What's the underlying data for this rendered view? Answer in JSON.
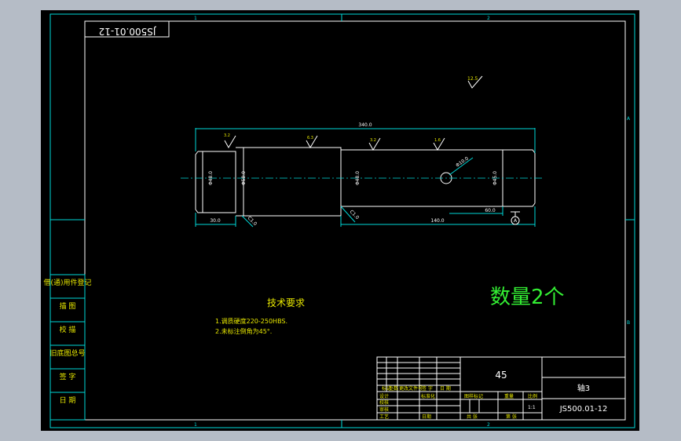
{
  "drawing_number_stamp": "JS500.01-12",
  "zone_labels": {
    "top_1": "1",
    "top_2": "2",
    "bottom_1": "1",
    "bottom_2": "2",
    "right_a": "A",
    "right_b": "B"
  },
  "overall_roughness": "12.5",
  "dimensions": {
    "overall_length": "340.0",
    "left_step_length": "30.0",
    "right_section_length": "140.0",
    "right_end_length": "60.0",
    "left_chamfer": "C1.0",
    "mid_chamfer": "C1.0",
    "hole_dia": "Φ10.0",
    "dia_left_end": "Φ48.0",
    "dia_left_body": "Φ50.0",
    "dia_right_body": "Φ48.0",
    "dia_right_end": "Φ45.0",
    "datum": "A"
  },
  "roughness_marks": [
    "3.2",
    "6.3",
    "3.2",
    "1.6"
  ],
  "side_labels": [
    "借(通)用件登记",
    "描 图",
    "校 描",
    "旧底图总号",
    "签 字",
    "日 期"
  ],
  "quantity_note": "数量2个",
  "tech_req": {
    "title": "技术要求",
    "lines": [
      "1.调质硬度220-250HBS.",
      "2.未标注倒角为45°."
    ]
  },
  "title_block": {
    "material": "45",
    "part_name": "轴3",
    "drawing_no": "JS500.01-12",
    "header_cells": [
      "标记",
      "处数",
      "更改文件号",
      "签 字",
      "日 期"
    ],
    "row_labels": [
      "设计",
      "校核",
      "审核",
      "工艺"
    ],
    "std_label": "标准化",
    "date_label": "日期",
    "stage_label": "图样标记",
    "weight_label": "重量",
    "scale_label": "比例",
    "scale_value": "1:1",
    "sheet_total": "共  张",
    "sheet_no": "第  张"
  }
}
